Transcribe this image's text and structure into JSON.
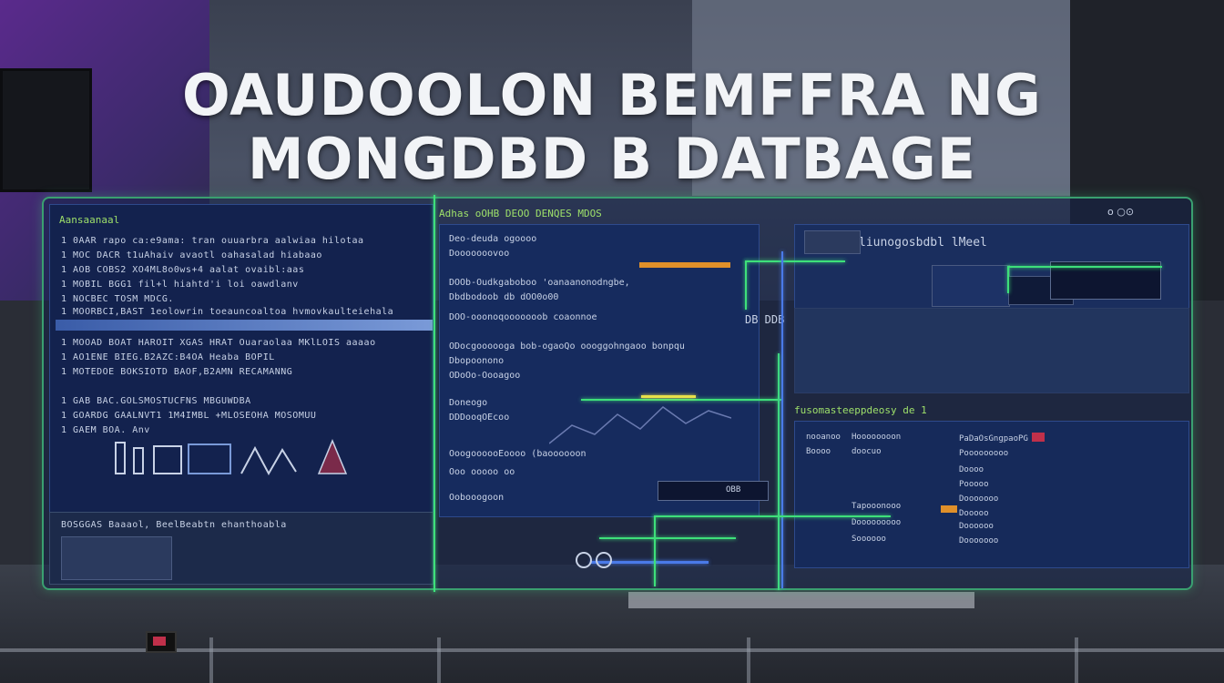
{
  "title": {
    "line1": "OAUDOOLON BEMFFRA NG",
    "line2": "MONGDBD B DATBAGE"
  },
  "left_pane": {
    "header": "Aansaanaal",
    "lines": [
      "1 0AAR rapo ca:e9ama: tran ouuarbra aalwiaa hilotaa",
      "1 MOC DACR t1uAhaiv avaotl oahasalad hiabaao",
      "1 AOB COBS2 XO4ML8o0ws+4 aalat ovaibl:aas",
      "1 MOBIL BGG1 fil+l hiahtd'i loi oawdlanv",
      "1 NOCBEC TOSM MDCG.",
      "1 MOORBCI,BAST 1eolowrin toeauncoaltoa hvmovkaulteiehala",
      "1 MOOAD BOAT HAROIT XGAS HRAT Ouaraolaa MKlLOIS aaaao",
      "1 AO1ENE BIEG.B2AZC:B4OA Heaba BOPIL",
      "1 MOTEDOE BOKSIOTD BAOF,B2AMN RECAMANNG",
      "1 GAB BAC.GOLSMOSTUCFNS MBGUWDBA",
      "1 GOARDG GAALNVT1 1M4IMBL +MLOSEOHA MOSOMUU",
      "1 GAEM BOA. Anv"
    ],
    "footer": "BOSGGAS Baaaol, BeelBeabtn ehanthoabla"
  },
  "mid_pane": {
    "header": "Adhas oOHB DEOO DENQES MDOS",
    "lines": [
      "Deo-deuda ogoooo",
      "Dooooooovoo",
      "DOOb-Oudkgaboboo 'oanaanonodngbe,",
      "Dbdbodoob db dOO0o00",
      "DOO-ooonoqooooooob coaonnoe",
      "ODocgoooooga bob-ogaoQo oooggohngaoo bonpqu",
      "Dbopoonono",
      "ODoOo-Oooagoo",
      "Doneogo",
      "DDDooqOEcoo",
      "OoogoooooEoooo (baoooooon",
      "Ooo ooooo oo",
      "Oobooogoon"
    ],
    "footer_tag": "OBB"
  },
  "right_top": {
    "header": "liunogosbdbl lMeel",
    "toolbar": "o ○⊙",
    "caption": "DB DDB"
  },
  "right_bottom": {
    "header": "fusomasteeppdeosy de 1",
    "lines": [
      "nooanoo",
      "Hoooooooon",
      "doocuo",
      "Boooo",
      "Tapooonooo",
      "Dooooooooo",
      "Soooooo"
    ],
    "right_col": [
      "PaDaOsGngpaoPG",
      "Pooooooooo",
      "Doooo",
      "Pooooo",
      "Dooooooo",
      "Dooooo",
      "Doooooo",
      "Dooooooo"
    ]
  },
  "colors": {
    "accent_green": "#3ee07a",
    "accent_blue": "#4a7ae8",
    "accent_orange": "#e0902a",
    "panel_bg": "#142655"
  },
  "icons": [
    "monitor-icon",
    "gear-icon",
    "circle-icon"
  ]
}
